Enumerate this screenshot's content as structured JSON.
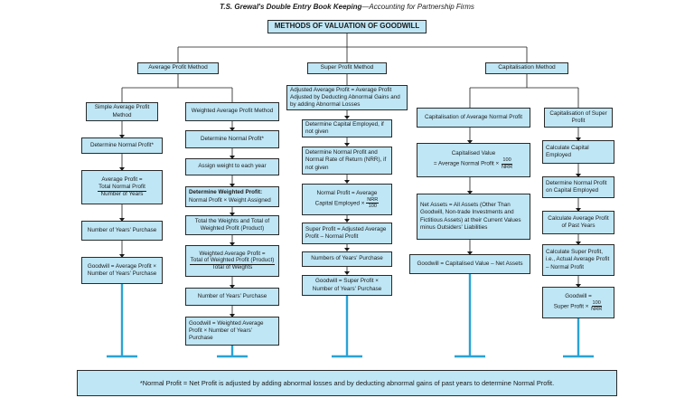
{
  "header": {
    "book_title": "T.S. Grewal's Double Entry Book Keeping",
    "dash": "—",
    "subtitle": "Accounting for Partnership Firms"
  },
  "title": "METHODS OF VALUATION OF GOODWILL",
  "methods": {
    "average": "Average Profit Method",
    "super": "Super Profit Method",
    "capitalisation": "Capitalisation Method"
  },
  "simple": {
    "head": "Simple Average Profit Method",
    "step1": "Determine Normal Profit*",
    "avg_label": "Average Profit =",
    "avg_num": "Total Normal Profit",
    "avg_den": "Number of Years",
    "step3": "Number of Years' Purchase",
    "step4": "Goodwill = Average Profit × Number of Years' Purchase"
  },
  "weighted": {
    "head": "Weighted Average Profit Method",
    "step1": "Determine Normal Profit*",
    "step2": "Assign weight to each year",
    "step3_bold": "Determine Weighted Profit:",
    "step3_rest": "Normal Profit × Weight Assigned",
    "step4": "Total the Weights and Total of Weighted Profit (Product)",
    "step5_label": "Weighted Average Profit =",
    "step5_num": "Total of Weighted Profit (Product)",
    "step5_den": "Total of Weights",
    "step6": "Number of Years' Purchase",
    "step7": "Goodwill = Weighted Average Profit × Number of Years' Purchase"
  },
  "superp": {
    "step1": "Adjusted Average Profit = Average Profit Adjusted by Deducting Abnormal Gains and by adding Abnormal Losses",
    "step2": "Determine Capital Employed, if not given",
    "step3": "Determine Normal Profit and Normal Rate of Return (NRR), if not given",
    "step4_label": "Normal Profit = Average",
    "step4_prefix": "Capital Employed ×",
    "step4_num": "NRR",
    "step4_den": "100",
    "step5": "Super Profit = Adjusted Average Profit – Normal Profit",
    "step6": "Numbers of Years' Purchase",
    "step7": "Goodwill = Super Profit × Number of Years' Purchase"
  },
  "cap_avg": {
    "head": "Capitalisation of Average Normal Profit",
    "step1_label": "Capitalised Value",
    "step1_prefix": "= Average Normal Profit ×",
    "step1_num": "100",
    "step1_den": "NRR",
    "step2": "Net Assets = All Assets (Other Than Goodwill, Non-trade Investments and Fictitious Assets) at their Current Values minus Outsiders' Liabilities",
    "step3": "Goodwill = Capitalised Value – Net Assets"
  },
  "cap_super": {
    "head": "Capitalisation of Super Profit",
    "step1": "Calculate Capital Employed",
    "step2": "Determine Normal Profit on Capital Employed",
    "step3": "Calculate Average Profit of Past Years",
    "step4": "Calculate Super Profit, i.e., Actual Average Profit – Normal Profit",
    "step5_label": "Goodwill =",
    "step5_prefix": "Super Profit ×",
    "step5_num": "100",
    "step5_den": "NRR"
  },
  "footnote": "*Normal Profit = Net Profit is adjusted by adding abnormal losses and by deducting abnormal gains of past years to determine Normal Profit.",
  "colors": {
    "box_fill": "#bfe6f5",
    "stand": "#29a3d6",
    "line": "#1a1a1a"
  }
}
